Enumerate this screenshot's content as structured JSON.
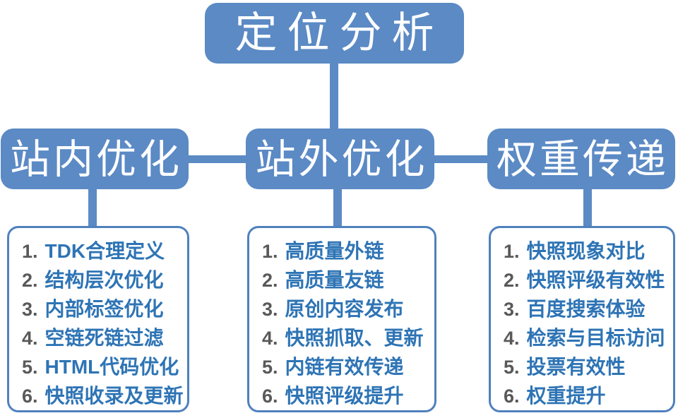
{
  "diagram": {
    "root": {
      "label": "定位分析"
    },
    "branches": [
      {
        "title": "站内优化",
        "items": [
          {
            "num": "1.",
            "text": "TDK合理定义"
          },
          {
            "num": "2.",
            "text": "结构层次优化"
          },
          {
            "num": "3.",
            "text": "内部标签优化"
          },
          {
            "num": "4.",
            "text": "空链死链过滤"
          },
          {
            "num": "5.",
            "text": "HTML代码优化"
          },
          {
            "num": "6.",
            "text": "快照收录及更新"
          }
        ]
      },
      {
        "title": "站外优化",
        "items": [
          {
            "num": "1.",
            "text": "高质量外链"
          },
          {
            "num": "2.",
            "text": "高质量友链"
          },
          {
            "num": "3.",
            "text": "原创内容发布"
          },
          {
            "num": "4.",
            "text": "快照抓取、更新"
          },
          {
            "num": "5.",
            "text": "内链有效传递"
          },
          {
            "num": "6.",
            "text": "快照评级提升"
          }
        ]
      },
      {
        "title": "权重传递",
        "items": [
          {
            "num": "1.",
            "text": "快照现象对比"
          },
          {
            "num": "2.",
            "text": "快照评级有效性"
          },
          {
            "num": "3.",
            "text": "百度搜索体验"
          },
          {
            "num": "4.",
            "text": "检索与目标访问"
          },
          {
            "num": "5.",
            "text": "投票有效性"
          },
          {
            "num": "6.",
            "text": "权重提升"
          }
        ]
      }
    ],
    "colors": {
      "node_fill": "#5B8AC5",
      "connector": "#5B8AC5",
      "list_border": "#4F81BD",
      "item_text": "#2E74B5",
      "item_number": "#595959",
      "node_text": "#FFFFFF",
      "background": "#FFFFFF"
    }
  }
}
